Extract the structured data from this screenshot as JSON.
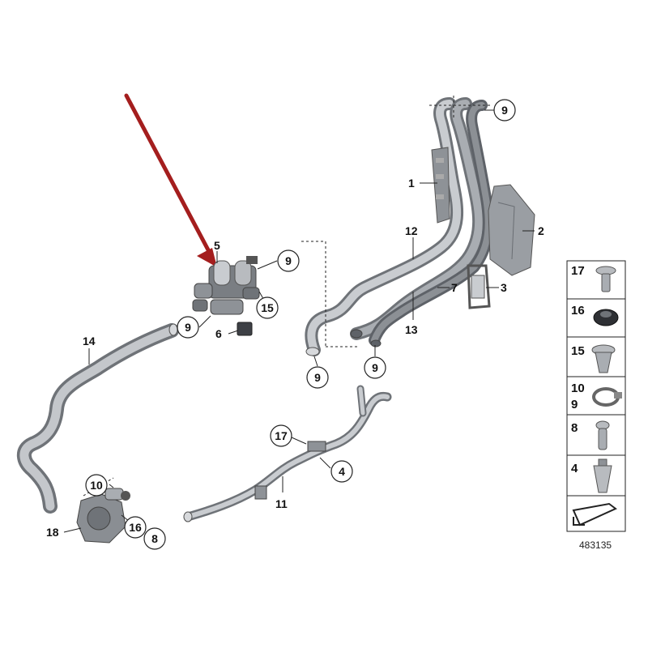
{
  "diagram": {
    "colors": {
      "arrow": "#a41e1e",
      "hose_dark": "#6f7378",
      "hose_mid": "#9a9ea3",
      "hose_light": "#c9ccd0",
      "outline": "#222222"
    },
    "labels": {
      "l1": "1",
      "l2": "2",
      "l3": "3",
      "l4": "4",
      "l5": "5",
      "l6": "6",
      "l7": "7",
      "l9_top": "9",
      "l9_valve": "9",
      "l9_hose14": "9",
      "l9_left_end": "9",
      "l9_mid_end": "9",
      "l10": "10",
      "l11": "11",
      "l12": "12",
      "l13": "13",
      "l14": "14",
      "l15": "15",
      "l16": "16",
      "l8": "8",
      "l17": "17",
      "l18": "18"
    },
    "legend": {
      "items": [
        {
          "label": "17",
          "icon": "screw-washer-icon"
        },
        {
          "label": "16",
          "icon": "grommet-icon"
        },
        {
          "label": "15",
          "icon": "expanding-nut-icon"
        },
        {
          "label": "10",
          "label2": "9",
          "icon": "hose-clamp-icon"
        },
        {
          "label": "8",
          "icon": "screw-icon"
        },
        {
          "label": "4",
          "icon": "clip-nut-icon"
        },
        {
          "label": "",
          "icon": "arrow-bracket-icon"
        }
      ],
      "ref_number": "483135"
    }
  }
}
